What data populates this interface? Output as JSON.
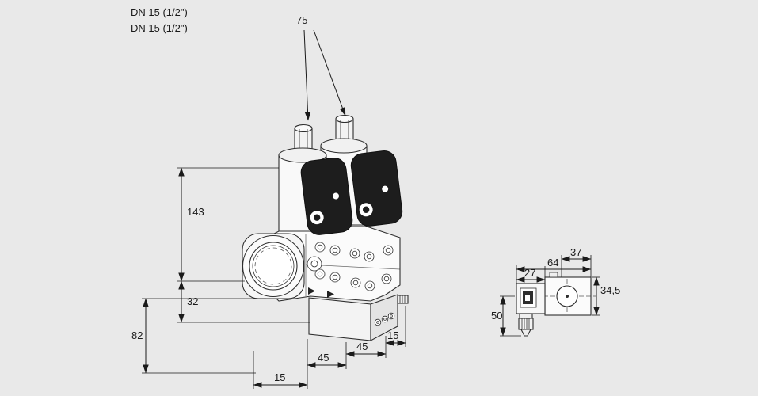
{
  "canvas": {
    "background": "#e9e9e9",
    "line_color": "#2e2e2e",
    "text_color": "#1a1a1a",
    "band_color": "#1d1d1d"
  },
  "labels": {
    "port_size_1": "DN 15 (1/2\")",
    "port_size_2": "DN 15 (1/2\")"
  },
  "dimensions_main": {
    "d75": "75",
    "d143": "143",
    "d32": "32",
    "d82": "82",
    "d15_left": "15",
    "d45_left": "45",
    "d45_right": "45",
    "d15_right": "15"
  },
  "dimensions_side": {
    "d27": "27",
    "d64": "64",
    "d37": "37",
    "d34_5": "34,5",
    "d50": "50"
  }
}
